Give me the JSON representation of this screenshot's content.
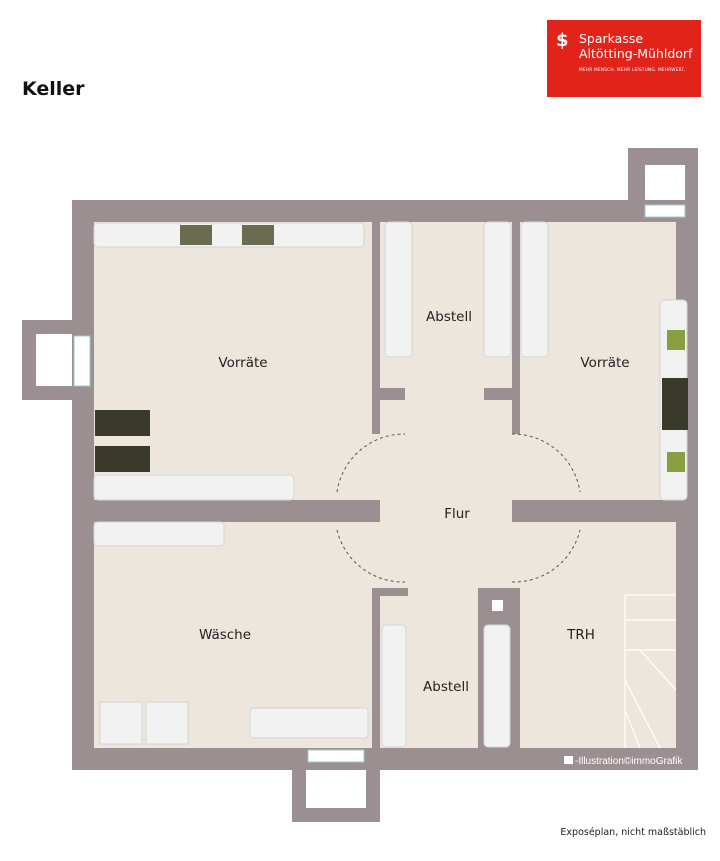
{
  "title": "Keller",
  "logo": {
    "brand": "Sparkasse",
    "region": "Altötting-Mühldorf",
    "tagline": "MEHR MENSCH. MEHR LEISTUNG. MEHRWERT.",
    "color": "#e2231a"
  },
  "rooms": {
    "vorraete_left": "Vorräte",
    "abstell_top": "Abstell",
    "vorraete_right": "Vorräte",
    "flur": "Flur",
    "waesche": "Wäsche",
    "abstell_bottom": "Abstell",
    "trh": "TRH"
  },
  "credit": "-Illustration©immoGrafik",
  "note": "Exposéplan, nicht maßstäblich",
  "colors": {
    "wall": "#9c8f91",
    "floor": "#ece6dd",
    "furniture": "#f2f2f2"
  }
}
